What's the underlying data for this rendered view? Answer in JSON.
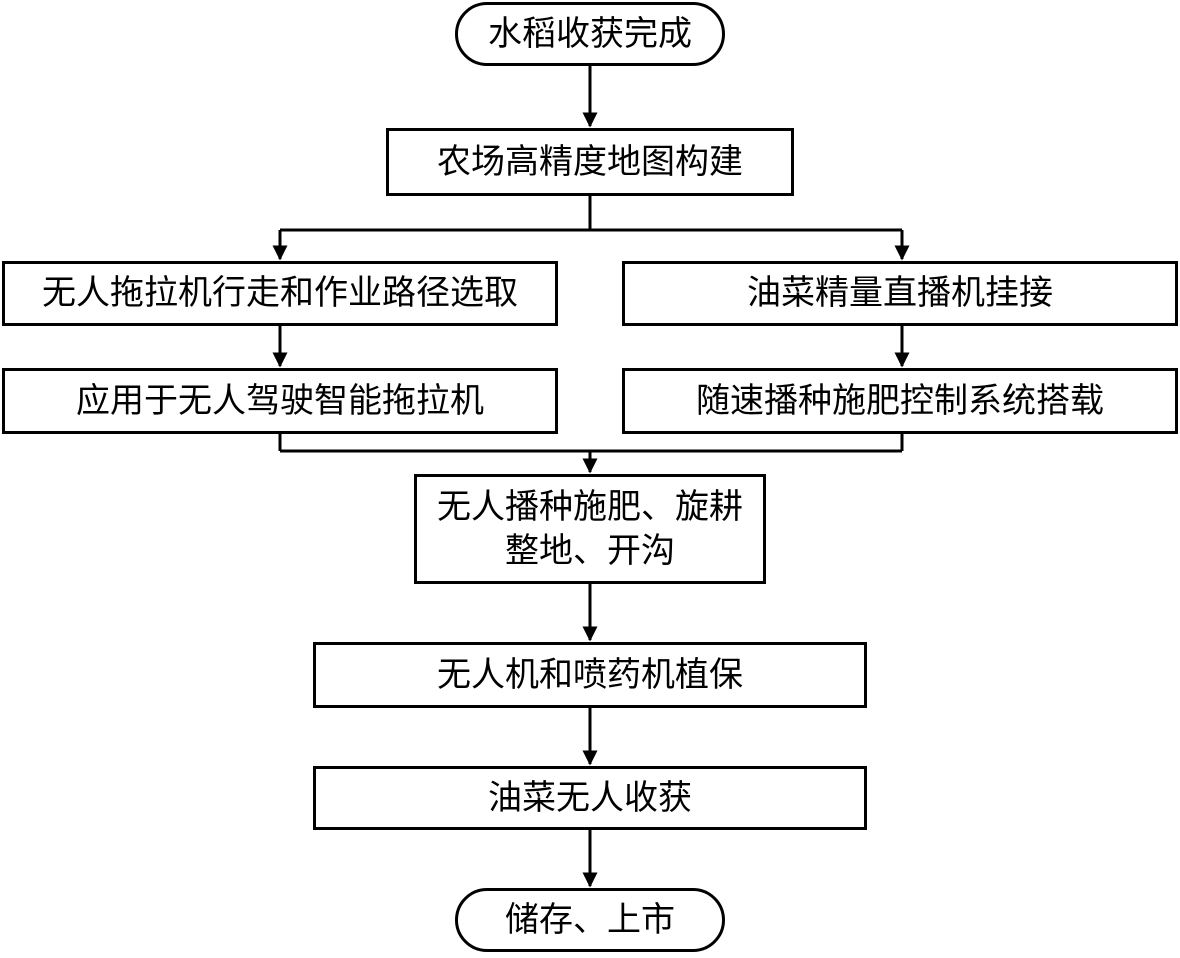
{
  "flowchart": {
    "start": "水稻收获完成",
    "map_build": "农场高精度地图构建",
    "left_branch": {
      "path_select": "无人拖拉机行走和作业路径选取",
      "apply_tractor": "应用于无人驾驶智能拖拉机"
    },
    "right_branch": {
      "seeder_hitch": "油菜精量直播机挂接",
      "control_system": "随速播种施肥控制系统搭载"
    },
    "sowing": {
      "line1": "无人播种施肥、旋耕",
      "line2": "整地、开沟"
    },
    "plant_protection": "无人机和喷药机植保",
    "harvest": "油菜无人收获",
    "end": "储存、上市"
  }
}
